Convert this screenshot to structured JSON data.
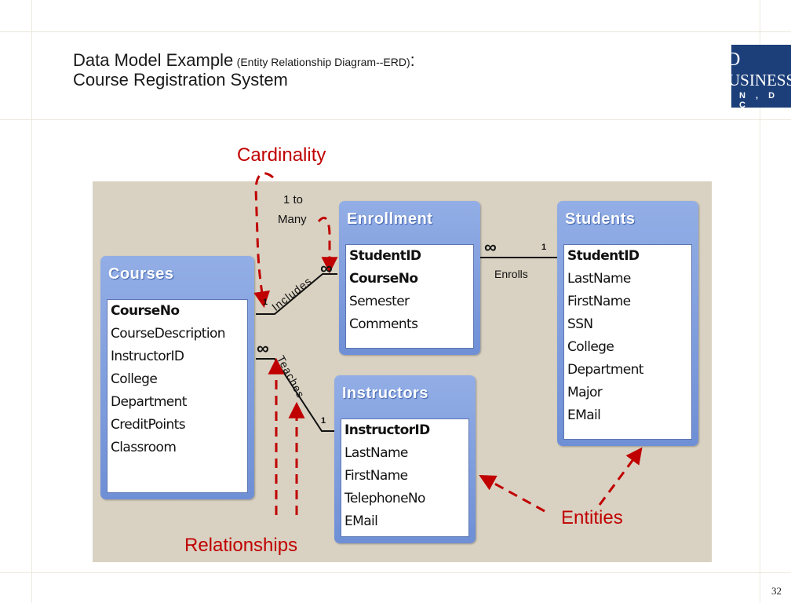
{
  "title": {
    "main": "Data Model Example",
    "sub": "(Entity Relationship Diagram--ERD)",
    "colon": ":",
    "line2": "Course Registration System"
  },
  "logo": {
    "line1": "D",
    "line2": "USINESS",
    "line3": "N , D C"
  },
  "entities": {
    "courses": {
      "name": "Courses",
      "fields": [
        "CourseNo",
        "CourseDescription",
        "InstructorID",
        "College",
        "Department",
        "CreditPoints",
        "Classroom"
      ],
      "keys": [
        0
      ]
    },
    "enrollment": {
      "name": "Enrollment",
      "fields": [
        "StudentID",
        "CourseNo",
        "Semester",
        "Comments"
      ],
      "keys": [
        0,
        1
      ]
    },
    "students": {
      "name": "Students",
      "fields": [
        "StudentID",
        "LastName",
        "FirstName",
        "SSN",
        "College",
        "Department",
        "Major",
        "EMail"
      ],
      "keys": [
        0
      ]
    },
    "instructors": {
      "name": "Instructors",
      "fields": [
        "InstructorID",
        "LastName",
        "FirstName",
        "TelephoneNo",
        "EMail"
      ],
      "keys": [
        0
      ]
    }
  },
  "relationships": {
    "includes": "Includes",
    "teaches": "Teaches",
    "enrolls": "Enrolls",
    "one": "1",
    "many": "∞"
  },
  "annotations": {
    "cardinality": "Cardinality",
    "one_to": "1 to",
    "many": "Many",
    "entities": "Entities",
    "relationships": "Relationships"
  },
  "colors": {
    "annotation": "#c00000",
    "entity_header": "#7f9bdc",
    "panel": "#d9d2c2"
  },
  "page_number": "32"
}
